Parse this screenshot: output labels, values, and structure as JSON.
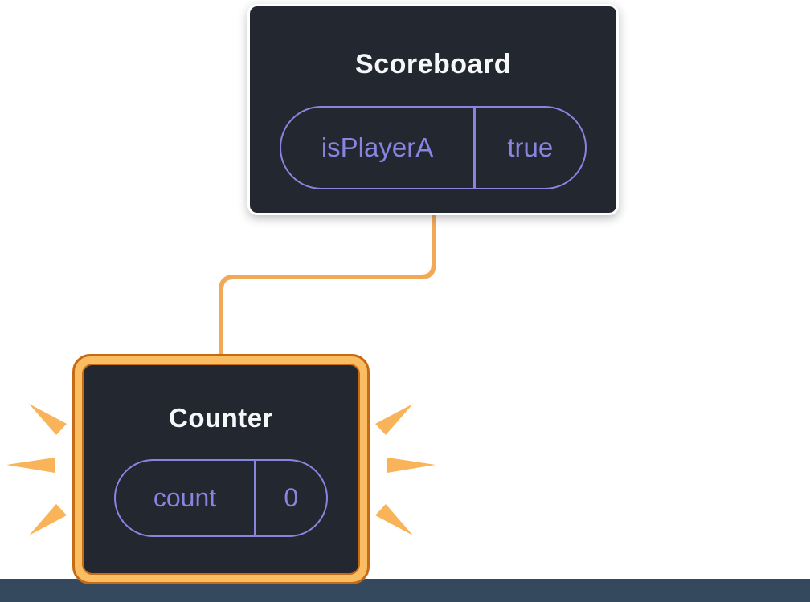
{
  "diagram": {
    "parent_component": {
      "title": "Scoreboard",
      "state": {
        "name": "isPlayerA",
        "value": "true"
      }
    },
    "child_component": {
      "title": "Counter",
      "state": {
        "name": "count",
        "value": "0"
      }
    }
  },
  "icons": {
    "connector": "parent-child-connector-line",
    "sparks": "emphasis-spark-icon"
  },
  "colors": {
    "component_fill": "#23272F",
    "component_border": "#FFFFFF",
    "title_text": "#F6F7F9",
    "state_accent": "#8785E0",
    "connector_line": "#F2A957",
    "spark": "#F9B359",
    "highlight_band": "#FABD62",
    "highlight_edge": "#C76A15",
    "bottom_strip": "#35495E"
  }
}
